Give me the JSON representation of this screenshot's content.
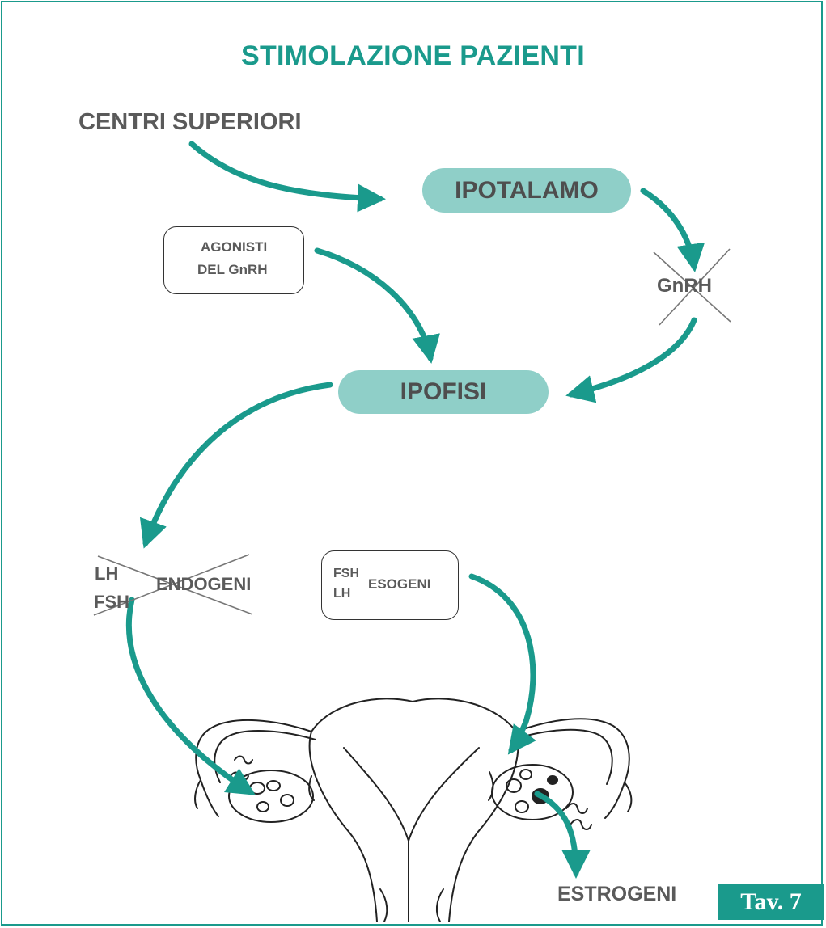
{
  "title": "STIMOLAZIONE PAZIENTI",
  "nodes": {
    "centri_superiori": "CENTRI SUPERIORI",
    "ipotalamo": "IPOTALAMO",
    "gnrh": "GnRH",
    "agonisti_line1": "AGONISTI",
    "agonisti_line2": "DEL GnRH",
    "ipofisi": "IPOFISI",
    "lh_endogeno": "LH",
    "fsh_endogeno": "FSH",
    "endogeni": "ENDOGENI",
    "fsh_esogeno": "FSH",
    "lh_esogeno": "LH",
    "esogeni": "ESOGENI",
    "estrogeni": "ESTROGENI"
  },
  "badge": "Tav. 7",
  "colors": {
    "accent": "#1a9a8c",
    "pill_fill": "#8fcfc8",
    "label_text": "#5a5a5a",
    "strike_line": "#777777"
  }
}
